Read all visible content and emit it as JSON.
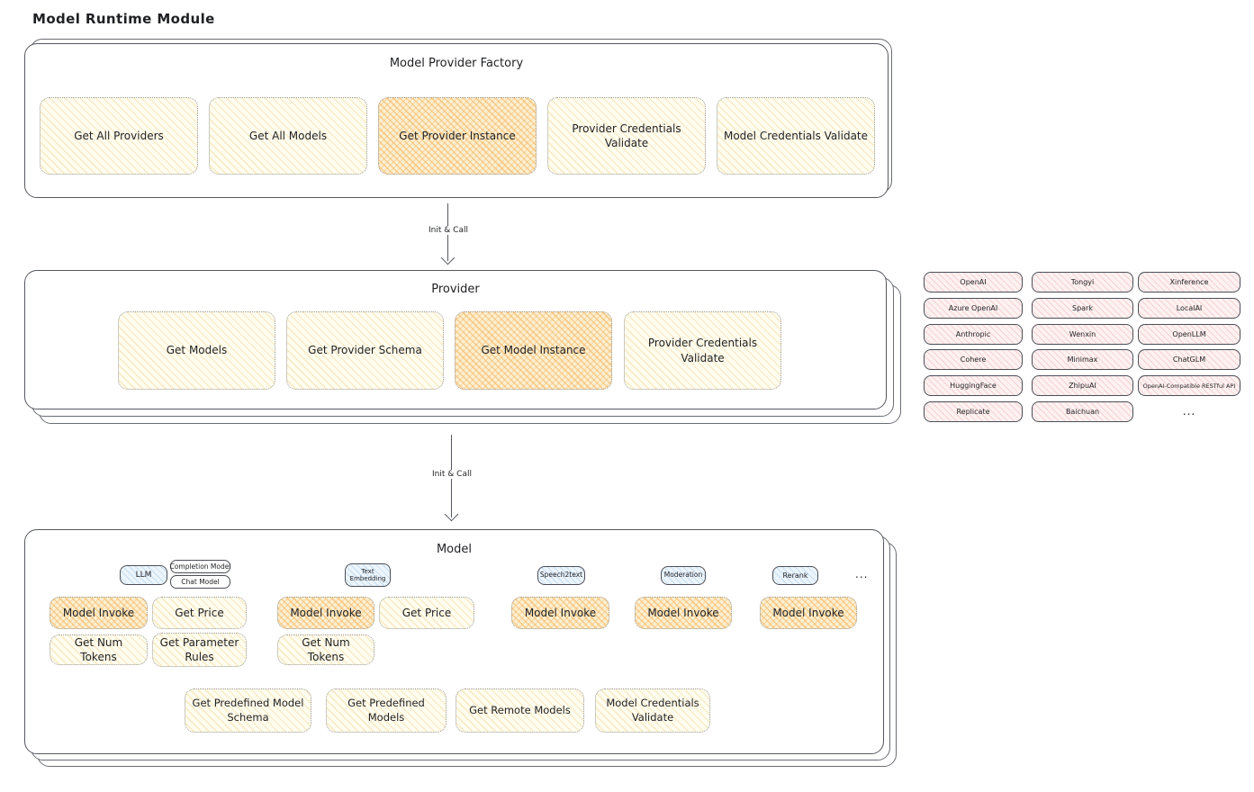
{
  "title": "Model Runtime Module",
  "colors": {
    "highlight_orange": "#f3a63e",
    "button_cream": "#fdf8e7",
    "provider_pink": "#fbe9e9",
    "tab_blue": "#dcedf9"
  },
  "factory": {
    "title": "Model Provider Factory",
    "buttons": [
      {
        "label": "Get All Providers"
      },
      {
        "label": "Get All Models"
      },
      {
        "label": "Get Provider Instance"
      },
      {
        "label": "Provider Credentials Validate"
      },
      {
        "label": "Model Credentials Validate"
      }
    ]
  },
  "arrow1": {
    "label": "Init & Call"
  },
  "arrow2": {
    "label": "Init & Call"
  },
  "provider": {
    "title": "Provider",
    "buttons": [
      {
        "label": "Get Models"
      },
      {
        "label": "Get Provider Schema"
      },
      {
        "label": "Get Model Instance"
      },
      {
        "label": "Provider Credentials Validate"
      }
    ]
  },
  "providers": {
    "items": [
      "OpenAI",
      "Tongyi",
      "Xinference",
      "Azure OpenAI",
      "Spark",
      "LocalAI",
      "Anthropic",
      "Wenxin",
      "OpenLLM",
      "Cohere",
      "Minimax",
      "ChatGLM",
      "HuggingFace",
      "ZhipuAI",
      "OpenAI-Compatible RESTful API",
      "Replicate",
      "Baichuan"
    ],
    "more": "..."
  },
  "model": {
    "title": "Model",
    "tabs": {
      "llm": "LLM",
      "completion": "Completion Model",
      "chat": "Chat Model",
      "text_embedding": "Text Embedding",
      "speech2text": "Speech2text",
      "moderation": "Moderation",
      "rerank": "Rerank",
      "more": "..."
    },
    "llm_buttons": {
      "model_invoke": "Model Invoke",
      "get_price": "Get Price",
      "get_num_tokens": "Get Num Tokens",
      "get_parameter_rules": "Get Parameter Rules"
    },
    "text_embedding_buttons": {
      "model_invoke": "Model Invoke",
      "get_price": "Get Price",
      "get_num_tokens": "Get Num Tokens"
    },
    "speech2text_buttons": {
      "model_invoke": "Model Invoke"
    },
    "moderation_buttons": {
      "model_invoke": "Model Invoke"
    },
    "rerank_buttons": {
      "model_invoke": "Model Invoke"
    },
    "common_buttons": {
      "get_predefined_model_schema": "Get Predefined Model Schema",
      "get_predefined_models": "Get Predefined Models",
      "get_remote_models": "Get Remote Models",
      "model_credentials_validate": "Model Credentials Validate"
    }
  }
}
